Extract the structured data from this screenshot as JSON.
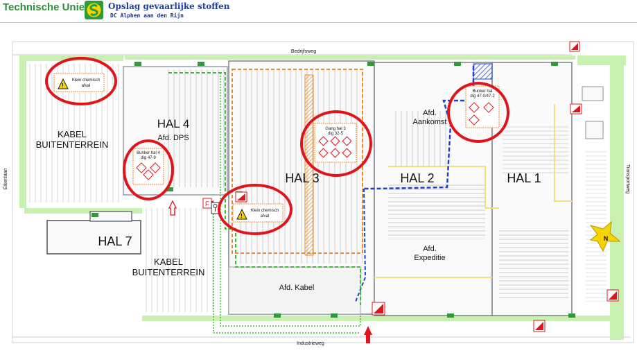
{
  "header": {
    "brand": "Technische Unie",
    "title": "Opslag gevaarlijke stoffen",
    "subtitle": "DC Alphen aan den Rijn"
  },
  "map": {
    "roads": {
      "north": "Bedrijfsweg",
      "south": "Industrieweg",
      "west": "Eikenlaan",
      "east": "Transportweg"
    },
    "halls": {
      "hal1": "HAL 1",
      "hal2": "HAL 2",
      "hal3": "HAL 3",
      "hal4": "HAL 4",
      "hal7": "HAL 7"
    },
    "departments": {
      "dps": "Afd. DPS",
      "aankomst_1": "Afd.",
      "aankomst_2": "Aankomst",
      "expeditie_1": "Afd.",
      "expeditie_2": "Expeditie",
      "kabel": "Afd. Kabel"
    },
    "areas": {
      "kabel_west_1": "KABEL",
      "kabel_west_2": "BUITENTERREIN",
      "kabel_south_1": "KABEL",
      "kabel_south_2": "BUITENTERREIN"
    },
    "compass": "N",
    "hazard_notes": {
      "klein_nw_1": "Klein chemisch",
      "klein_nw_2": "afval",
      "bunker4_1": "Bunker hal 4",
      "bunker4_2": "dig 47-9",
      "gang3_1": "Gang hal 3",
      "gang3_2": "dig 32-5",
      "klein_hal3_1": "Klein chemisch",
      "klein_hal3_2": "afval",
      "bunker1_1": "Bunker hal",
      "bunker1_2": "dig 47-0/47-2"
    },
    "colors": {
      "highlight_circle": "#e0141b",
      "green_route": "#38c02f",
      "blue_route": "#1f3fd0",
      "orange_route": "#f08a24",
      "grass": "#c8f0b0",
      "hazard_yellow": "#f5d400"
    }
  }
}
